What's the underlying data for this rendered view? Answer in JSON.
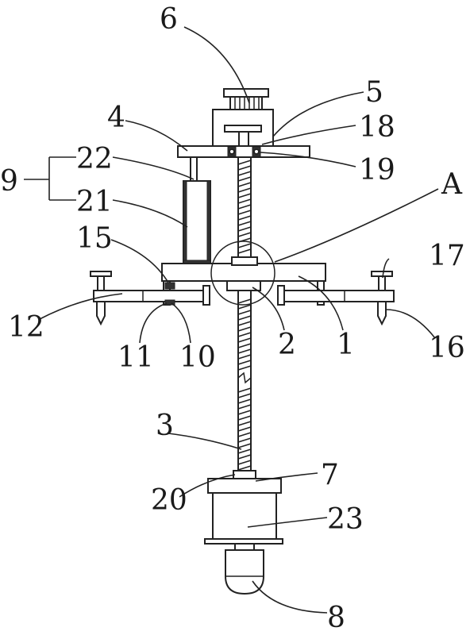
{
  "diagram": {
    "labels": {
      "l1": "1",
      "l2": "2",
      "l3": "3",
      "l4": "4",
      "l5": "5",
      "l6": "6",
      "l7": "7",
      "l8": "8",
      "l9": "9",
      "l10": "10",
      "l11": "11",
      "l12": "12",
      "l15": "15",
      "l16": "16",
      "l17": "17",
      "l18": "18",
      "l19": "19",
      "l20": "20",
      "l21": "21",
      "l22": "22",
      "l23": "23",
      "lA": "A"
    }
  }
}
